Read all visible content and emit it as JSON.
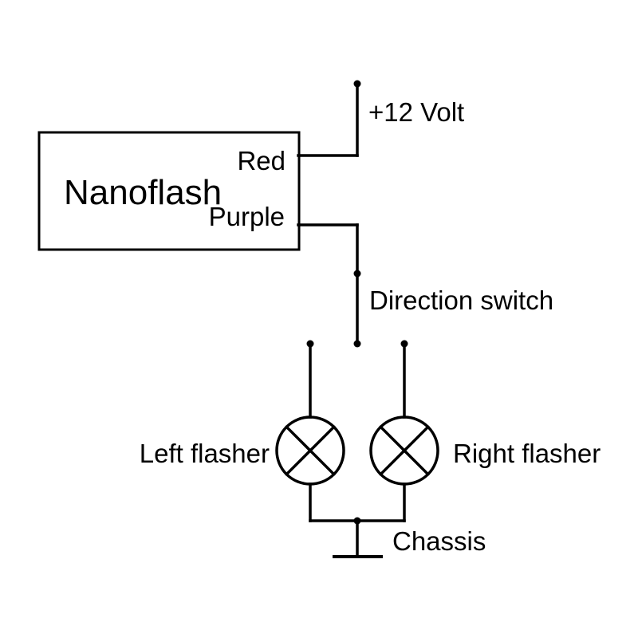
{
  "colors": {
    "line": "#000000",
    "text": "#000000",
    "background": "#ffffff"
  },
  "device": {
    "label": "Nanoflash",
    "terminals": {
      "red": "Red",
      "purple": "Purple"
    }
  },
  "labels": {
    "supply": "+12 Volt",
    "switch": "Direction switch",
    "left_flasher": "Left flasher",
    "right_flasher": "Right flasher",
    "ground": "Chassis"
  }
}
